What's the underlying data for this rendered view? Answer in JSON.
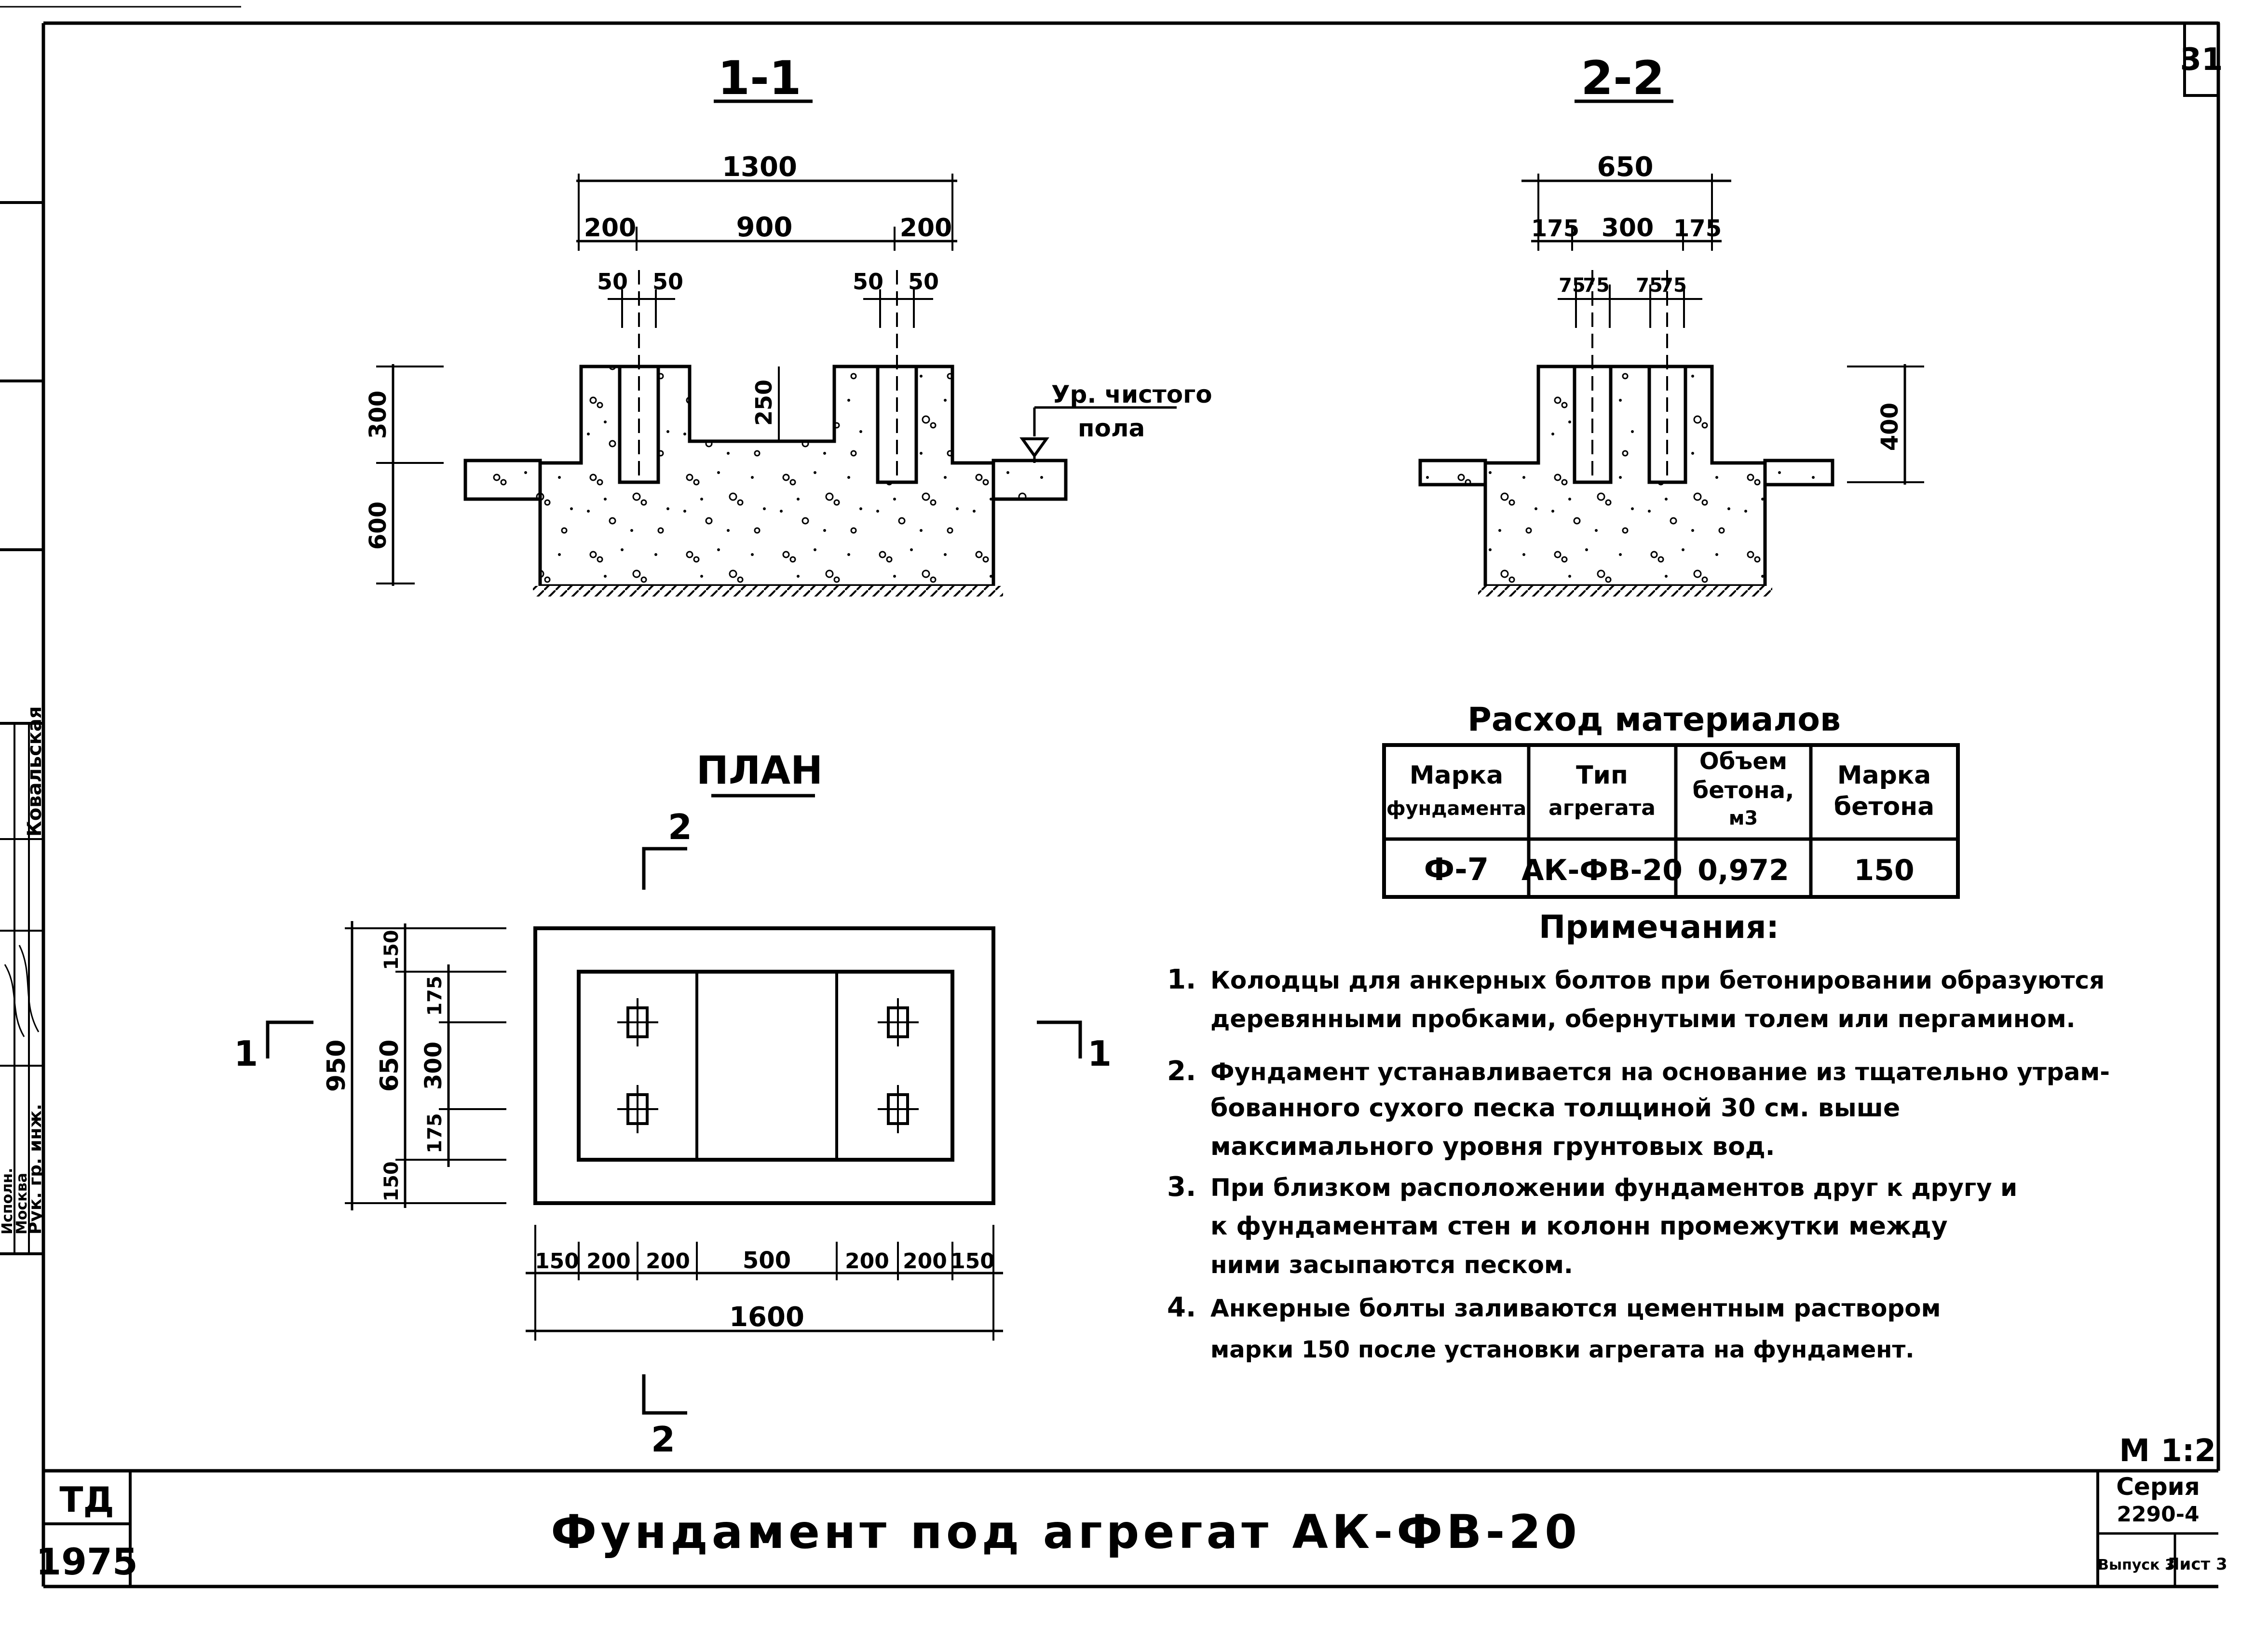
{
  "sheet": {
    "number": "31",
    "scale": "М 1:2"
  },
  "section_1": {
    "title": "1-1",
    "dims_top": {
      "overall": "1300",
      "left": "200",
      "middle": "900",
      "right": "200"
    },
    "bolt_dims": {
      "l1": "50",
      "l2": "50",
      "r1": "50",
      "r2": "50"
    },
    "dims_side": {
      "top": "300",
      "bottom": "600"
    },
    "dim_recess": "250",
    "floor_label_1": "Ур. чистого",
    "floor_label_2": "пола"
  },
  "section_2": {
    "title": "2-2",
    "dims_top": {
      "overall": "650",
      "left": "175",
      "middle": "300",
      "right": "175"
    },
    "bolt_dims": {
      "a": "75",
      "b": "75",
      "c": "75",
      "d": "75"
    },
    "dim_side": "400"
  },
  "plan": {
    "title": "ПЛАН",
    "cut_2_top": "2",
    "cut_2_bottom": "2",
    "cut_1_left": "1",
    "cut_1_right": "1",
    "dims_left": {
      "overall": "950",
      "mid": "650",
      "top": "150",
      "bottom": "150"
    },
    "dims_inner": {
      "top": "175",
      "mid": "300",
      "bottom": "175"
    },
    "dims_bottom": {
      "d1": "150",
      "d2": "200",
      "d3": "200",
      "d4": "500",
      "d5": "200",
      "d6": "200",
      "d7": "150",
      "overall": "1600"
    }
  },
  "materials": {
    "title": "Расход материалов",
    "headers": [
      [
        "Марка",
        "фундамента"
      ],
      [
        "Тип",
        "агрегата"
      ],
      [
        "Объем",
        "бетона,",
        "м3"
      ],
      [
        "Марка",
        "бетона"
      ]
    ],
    "rows": [
      [
        "Ф-7",
        "АК-ФВ-20",
        "0,972",
        "150"
      ]
    ]
  },
  "notes": {
    "title": "Примечания:",
    "items": [
      {
        "num": "1.",
        "lines": [
          "Колодцы для анкерных болтов при бетонировании образуются",
          "деревянными пробками, обернутыми толем или пергамином."
        ]
      },
      {
        "num": "2.",
        "lines": [
          "Фундамент устанавливается на основание из тщательно утрам-",
          "бованного сухого песка толщиной 30 см. выше",
          "максимального уровня грунтовых вод."
        ]
      },
      {
        "num": "3.",
        "lines": [
          "При близком расположении фундаментов друг к другу и",
          "к фундаментам стен и колонн промежутки между",
          "ними засыпаются песком."
        ]
      },
      {
        "num": "4.",
        "lines": [
          "Анкерные болты заливаются цементным раствором",
          "марки 150 после установки агрегата на фундамент."
        ]
      }
    ]
  },
  "title_block": {
    "code": "ТД",
    "year": "1975",
    "title": "Фундамент под агрегат АК-ФВ-20",
    "series_label": "Серия",
    "series_number": "2290-4",
    "issue": "Выпуск 3",
    "sheet_label": "Лист 3"
  },
  "stamp": {
    "role1": "Рук. гр. инж.",
    "role2": "Исполн.",
    "name1": "Ковальская",
    "city": "Москва"
  }
}
